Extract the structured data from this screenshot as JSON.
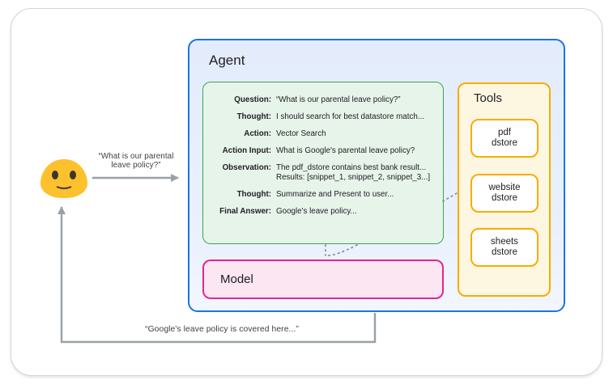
{
  "user": {
    "emoji": "smiley-blob-emoji",
    "query": {
      "line1": "“What is our parental",
      "line2": "leave policy?”"
    },
    "response": "“Google's leave policy is covered here...”"
  },
  "agent": {
    "title": "Agent",
    "scratchpad": {
      "rows": [
        {
          "label": "Question:",
          "value": "“What is our parental leave policy?”"
        },
        {
          "label": "Thought:",
          "value": "I should search for best datastore match..."
        },
        {
          "label": "Action:",
          "value": "Vector Search"
        },
        {
          "label": "Action Input:",
          "value": "What is Google's parental leave policy?"
        },
        {
          "label": "Observation:",
          "value": "The pdf_dstore contains best bank result...",
          "value2": "Results: [snippet_1, snippet_2, snippet_3...]"
        },
        {
          "label": "Thought:",
          "value": "Summarize and Present to user..."
        },
        {
          "label": "Final Answer:",
          "value": "Google's leave policy..."
        }
      ]
    },
    "model": {
      "title": "Model"
    },
    "tools": {
      "title": "Tools",
      "items": [
        {
          "line1": "pdf",
          "line2": "dstore"
        },
        {
          "line1": "website",
          "line2": "dstore"
        },
        {
          "line1": "sheets",
          "line2": "dstore"
        }
      ]
    }
  },
  "colors": {
    "agent_border": "#1a73e8",
    "agent_fill": "#e8effc",
    "scratchpad_border": "#34a853",
    "scratchpad_fill": "#e7f4ea",
    "model_border": "#e52592",
    "model_fill": "#fbe6f1",
    "tools_border": "#f9ab00",
    "tools_fill": "#fdf7e2",
    "arrow_gray": "#9aa0a6",
    "emoji_yellow": "#fcc12d"
  }
}
